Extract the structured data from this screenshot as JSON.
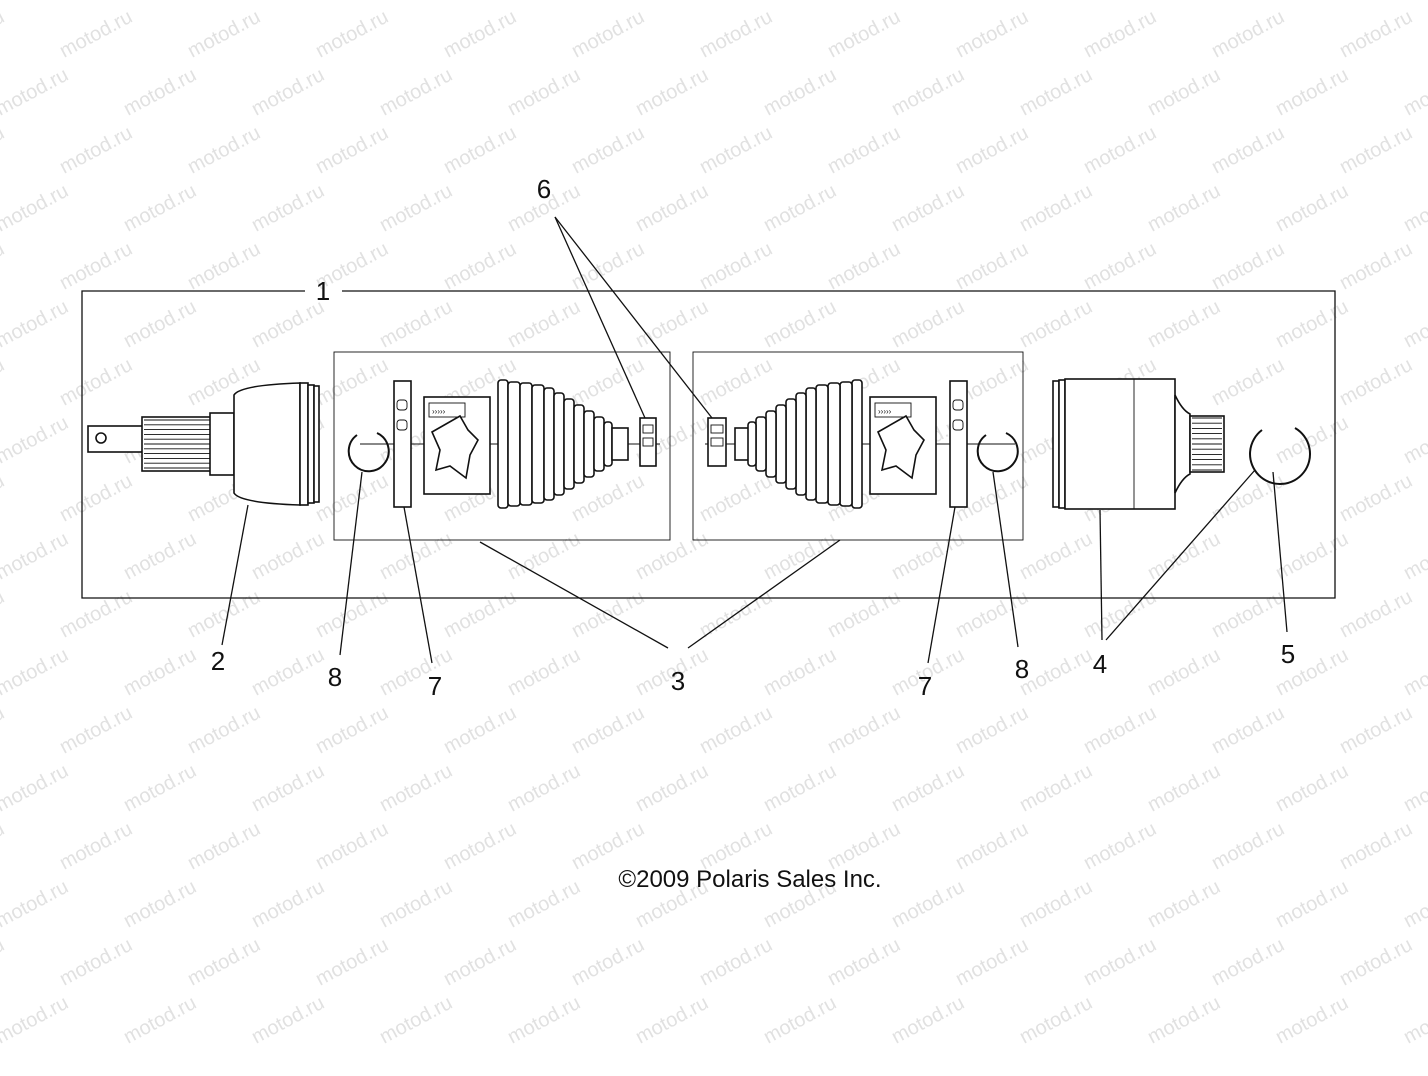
{
  "watermark": {
    "text": "motod.ru",
    "color": "#bdbdbd"
  },
  "callouts": {
    "c1": "1",
    "c2": "2",
    "c3": "3",
    "c4": "4",
    "c5": "5",
    "c6": "6",
    "c7a": "7",
    "c7b": "7",
    "c8a": "8",
    "c8b": "8"
  },
  "copyright": "©2009 Polaris Sales Inc.",
  "kit_pouch_mark": "›››››",
  "colors": {
    "line": "#111111",
    "background": "#ffffff"
  }
}
